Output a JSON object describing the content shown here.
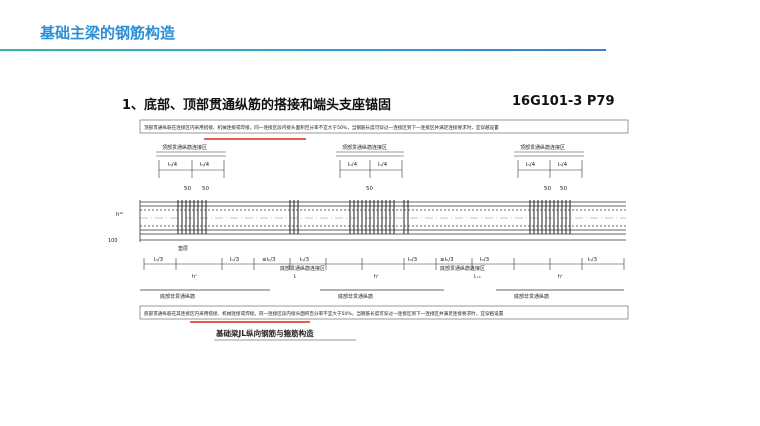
{
  "page_title": "基础主梁的钢筋构造",
  "section_heading": "1、底部、顶部贯通纵筋的搭接和端头支座锚固",
  "reference": "16G101-3   P79",
  "drawing": {
    "top_note": "顶部贯通纵筋在连接区内采用搭接、机械连接或焊接。同一连接区段内接头面积百分率不宜大于50%，当钢筋长度可穿过一连接区到下一连接区并满足连接要求时，宜穿越设置",
    "top_zone_label": "顶部贯通纵筋连接区",
    "dim_ln4": "lₙ/4",
    "dim_50": "50",
    "dim_ln3": "lₙ/3",
    "dim_lt3": "≤lₙ/3",
    "left_h_label": "hᵂ",
    "left_100_label": "100",
    "bottom_zone_label": "底部贯通纵筋连接区",
    "bottom_non_label": "底部非贯通纵筋",
    "gouxin_label": "垫层",
    "li_label": "lᵢ",
    "li1_label": "lᵢ₊₁",
    "hc_label": "hᶜ",
    "bottom_note": "底部贯通纵筋在其连接区内采用搭接、机械连接或焊接。同一连接区段内接头面积百分率不宜大于50%，当钢筋长度可穿过一连接区到下一连接区并满足连接要求时，宜穿越设置",
    "caption": "基础梁JL纵向钢筋与箍筋构造"
  },
  "colors": {
    "title": "#2a8fd6",
    "underline_red": "#d9281e",
    "drawing_line": "#333333"
  }
}
